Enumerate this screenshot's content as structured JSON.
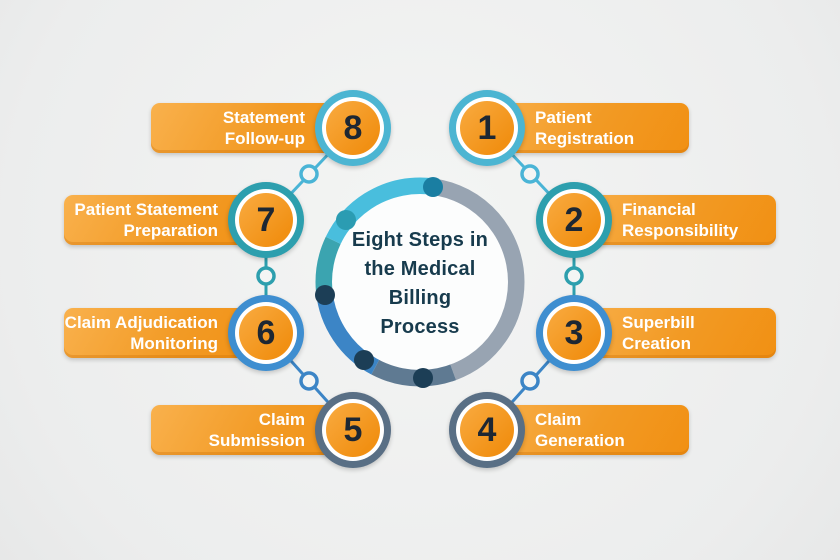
{
  "title": "Eight Steps in the Medical Billing Process",
  "center": {
    "title_lines": [
      "Eight Steps in",
      "the Medical",
      "Billing",
      "Process"
    ],
    "title_color": "#173b4d",
    "ring_segments": [
      {
        "name": "gray-right",
        "color": "#98a4b2"
      },
      {
        "name": "slate-bottom",
        "color": "#5f7a92"
      },
      {
        "name": "blue-left",
        "color": "#3c85c6"
      },
      {
        "name": "teal-upper-left",
        "color": "#3ba4b0"
      },
      {
        "name": "cyan-top",
        "color": "#49bedd"
      }
    ],
    "ring_dots": [
      {
        "position": "top",
        "color": "#1a7ea2"
      },
      {
        "position": "upper-left",
        "color": "#2b9cb2"
      },
      {
        "position": "left",
        "color": "#1c3e56"
      },
      {
        "position": "lower-left",
        "color": "#1c3e56"
      },
      {
        "position": "bottom",
        "color": "#1c3e56"
      }
    ]
  },
  "steps": [
    {
      "number": "1",
      "label": "Patient Registration",
      "label_lines": [
        "Patient",
        "Registration"
      ],
      "ring_color": "#4cb5d2",
      "side": "right"
    },
    {
      "number": "2",
      "label": "Financial Responsibility",
      "label_lines": [
        "Financial",
        "Responsibility"
      ],
      "ring_color": "#2d9fae",
      "side": "right"
    },
    {
      "number": "3",
      "label": "Superbill Creation",
      "label_lines": [
        "Superbill",
        "Creation"
      ],
      "ring_color": "#3e8ed0",
      "side": "right"
    },
    {
      "number": "4",
      "label": "Claim Generation",
      "label_lines": [
        "Claim",
        "Generation"
      ],
      "ring_color": "#596f85",
      "side": "right"
    },
    {
      "number": "5",
      "label": "Claim Submission",
      "label_lines": [
        "Claim",
        "Submission"
      ],
      "ring_color": "#596f85",
      "side": "left"
    },
    {
      "number": "6",
      "label": "Claim Adjudication Monitoring",
      "label_lines": [
        "Claim Adjudication",
        "Monitoring"
      ],
      "ring_color": "#3e8ed0",
      "side": "left"
    },
    {
      "number": "7",
      "label": "Patient Statement Preparation",
      "label_lines": [
        "Patient Statement",
        "Preparation"
      ],
      "ring_color": "#2d9fae",
      "side": "left"
    },
    {
      "number": "8",
      "label": "Statement Follow-up",
      "label_lines": [
        "Statement",
        "Follow-up"
      ],
      "ring_color": "#4cb5d2",
      "side": "left"
    }
  ],
  "connectors": [
    {
      "between": "1-2",
      "color": "#4ab4d6"
    },
    {
      "between": "2-3",
      "color": "#2d9fae"
    },
    {
      "between": "3-4",
      "color": "#3c85c6"
    },
    {
      "between": "5-6",
      "color": "#3c85c6"
    },
    {
      "between": "6-7",
      "color": "#2d9fae"
    },
    {
      "between": "7-8",
      "color": "#4ab4d6"
    }
  ],
  "palette": {
    "background": "#eff0ee",
    "bar_gradient_start": "#f9b14d",
    "bar_gradient_end": "#f19013",
    "bar_text_color": "#ffffff",
    "number_color": "#1d2733"
  }
}
